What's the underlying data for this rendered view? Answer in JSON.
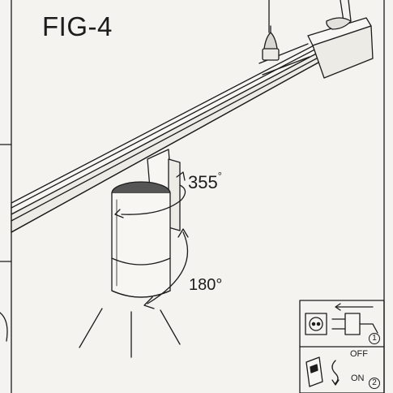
{
  "figure": {
    "title": "FIG-4",
    "rotation_horizontal": "355",
    "rotation_horizontal_unit": "°",
    "rotation_vertical": "180°"
  },
  "steps": [
    {
      "number": "1",
      "icon": "socket-and-plug-icon"
    },
    {
      "number": "2",
      "icon": "rocker-switch-icon",
      "switch_off_label": "OFF",
      "switch_on_label": "ON"
    }
  ],
  "colors": {
    "ink": "#1c1c1c",
    "paper": "#f4f3ef"
  }
}
